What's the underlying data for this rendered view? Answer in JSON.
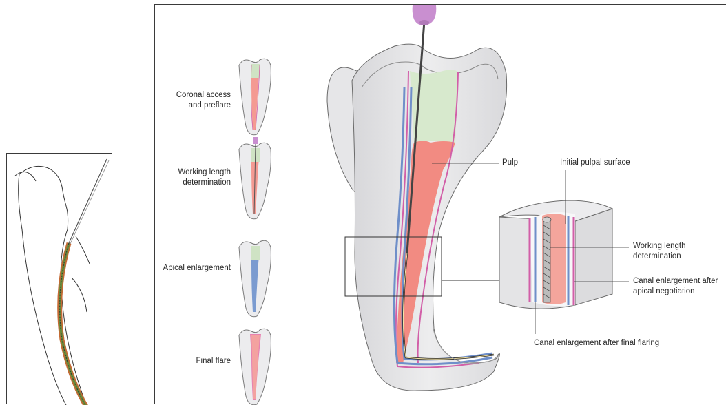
{
  "steps": [
    {
      "label_line1": "Coronal access",
      "label_line2": "and preflare"
    },
    {
      "label_line1": "Working length",
      "label_line2": "determination"
    },
    {
      "label_line1": "Apical enlargement",
      "label_line2": ""
    },
    {
      "label_line1": "Final flare",
      "label_line2": ""
    }
  ],
  "labels": {
    "pulp": "Pulp",
    "initial_pulpal_surface": "Initial pulpal surface",
    "working_length_1": "Working length",
    "working_length_2": "determination",
    "canal_enlargement_apical_1": "Canal enlargement after",
    "canal_enlargement_apical_2": "apical negotiation",
    "canal_enlargement_final": "Canal enlargement after final flaring"
  },
  "colors": {
    "dentin": "#e4e4e6",
    "dentin_shade": "#cfcfd2",
    "pulp_pink": "#f28b82",
    "pulp_green": "#cfe3c4",
    "canal_blue": "#6f8fc9",
    "canal_magenta": "#d25fa8",
    "instrument_purple": "#c98fd0"
  }
}
